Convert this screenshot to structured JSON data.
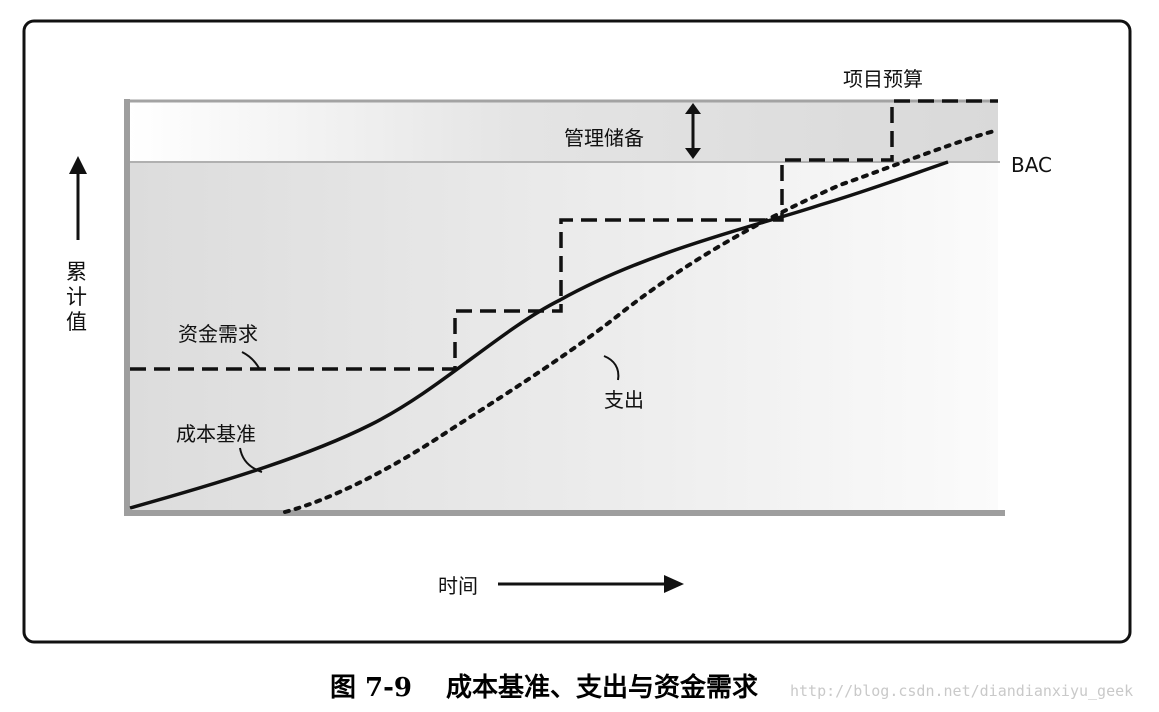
{
  "diagram": {
    "labels": {
      "project_budget": "项目预算",
      "management_reserve": "管理储备",
      "bac": "BAC",
      "y_axis": [
        "累",
        "计",
        "值"
      ],
      "funding_requirement": "资金需求",
      "expenditure": "支出",
      "cost_baseline": "成本基准",
      "x_axis": "时间"
    }
  },
  "caption": {
    "number": "图 7-9",
    "title": "成本基准、支出与资金需求"
  },
  "watermark": "http://blog.csdn.net/diandianxiyu_geek",
  "colors": {
    "frame": "#111111",
    "axis": "#9e9e9e",
    "reserve_band": "#dcdcdc",
    "plot_gradient_left": "#dedede",
    "plot_gradient_right": "#ffffff",
    "lines": "#111111"
  }
}
